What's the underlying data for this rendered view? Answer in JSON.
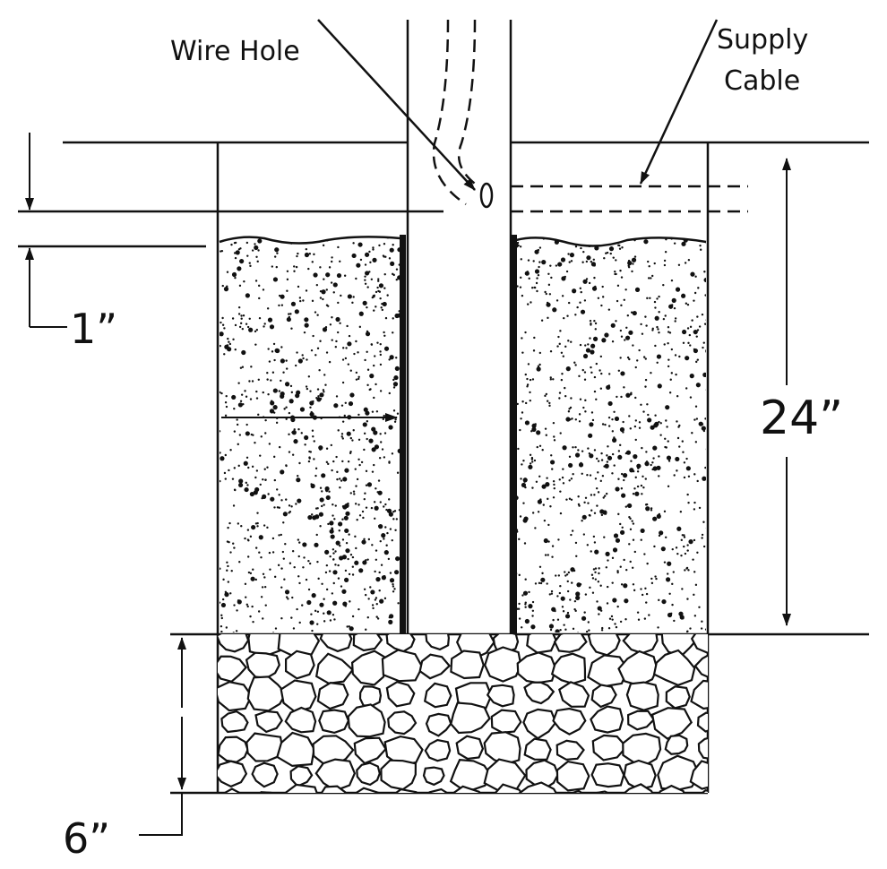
{
  "labels": {
    "wire_hole": "Wire Hole",
    "supply_cable_line1": "Supply",
    "supply_cable_line2": "Cable",
    "dim_1in": "1”",
    "dim_24in": "24”",
    "dim_6in": "6”"
  },
  "colors": {
    "ink": "#111111",
    "background": "#ffffff"
  }
}
